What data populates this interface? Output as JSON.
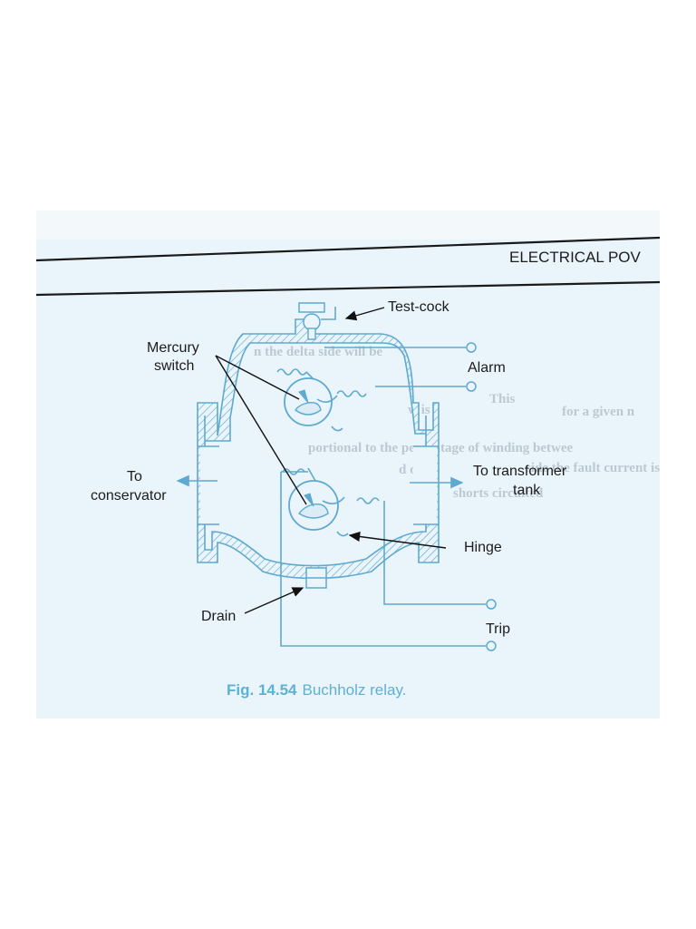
{
  "header": {
    "running_title": "ELECTRICAL POV"
  },
  "bleed_through": [
    "n the delta side will be",
    "w is",
    "This",
    "for a given n",
    "portional to the percentage of winding betwee",
    "d on",
    "side the fault current is",
    "shorts circuited"
  ],
  "labels": {
    "test_cock": "Test-cock",
    "mercury_switch_line1": "Mercury",
    "mercury_switch_line2": "switch",
    "alarm": "Alarm",
    "to_conservator_line1": "To",
    "to_conservator_line2": "conservator",
    "to_transformer_line1": "To transformer",
    "to_transformer_line2": "tank",
    "hinge": "Hinge",
    "drain": "Drain",
    "trip": "Trip"
  },
  "caption": {
    "number": "Fig. 14.54",
    "title": "Buchholz relay."
  },
  "colors": {
    "diagram_blue": "#5ea9d0",
    "page_tint": "#eaf4fb",
    "caption_blue": "#5fb0d6",
    "label_text": "#1c1c1c"
  }
}
